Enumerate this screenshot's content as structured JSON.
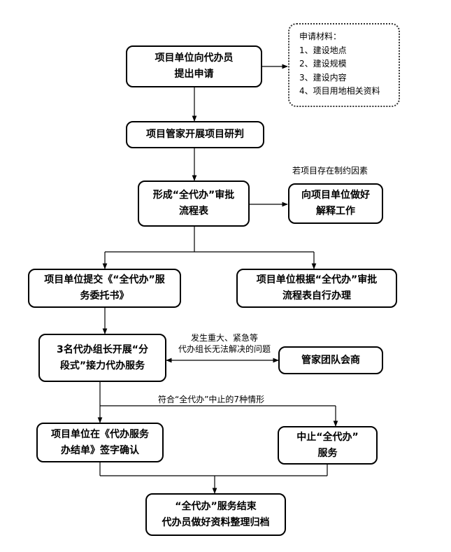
{
  "nodes": {
    "apply": [
      "项目单位向代办员",
      "提出申请"
    ],
    "research": [
      "项目管家开展项目研判"
    ],
    "form": [
      "形成“全代办”审批",
      "流程表"
    ],
    "explain": [
      "向项目单位做好",
      "解释工作"
    ],
    "submit": [
      "项目单位提交《“全代办”服",
      "务委托书》"
    ],
    "self": [
      "项目单位根据“全代办”审批",
      "流程表自行办理"
    ],
    "relay": [
      "3名代办组长开展“分",
      "段式”接力代办服务"
    ],
    "team": [
      "管家团队会商"
    ],
    "confirm": [
      "项目单位在《代办服务",
      "办结单》签字确认"
    ],
    "stop": [
      "中止“全代办”",
      "服务"
    ],
    "end": [
      "“全代办”服务结束",
      "代办员做好资料整理归档"
    ]
  },
  "materials": {
    "title": "申请材料：",
    "items": [
      "1、建设地点",
      "2、建设规模",
      "3、建设内容",
      "4、项目用地相关资料"
    ]
  },
  "labels": {
    "constraint": "若项目存在制约因素",
    "major": [
      "发生重大、紧急等",
      "代办组长无法解决的问题"
    ],
    "seven": "符合“全代办”中止的7种情形"
  }
}
